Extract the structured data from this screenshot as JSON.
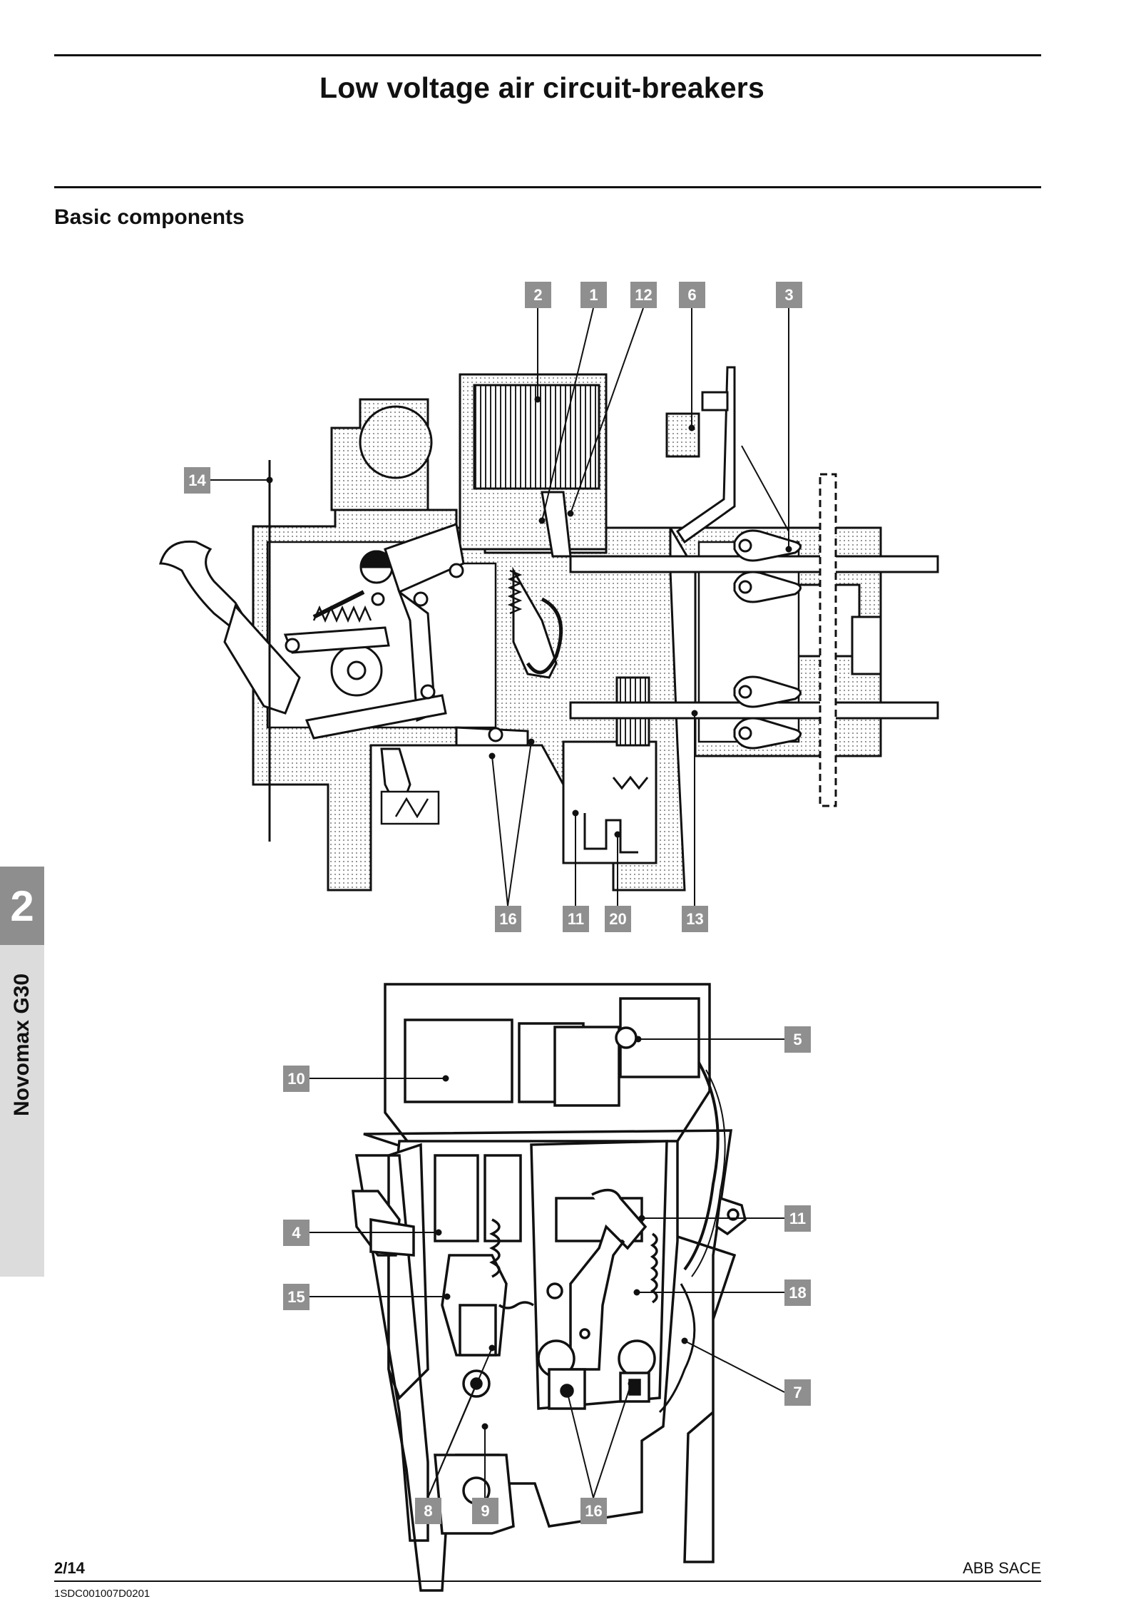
{
  "header": {
    "title": "Low voltage air circuit-breakers"
  },
  "section": {
    "title": "Basic components"
  },
  "sidebar": {
    "chapter": "2",
    "product": "Novomax G30"
  },
  "figure_top": {
    "callouts": [
      "2",
      "1",
      "12",
      "6",
      "3",
      "14",
      "16",
      "11",
      "20",
      "13"
    ]
  },
  "figure_bottom": {
    "callouts": [
      "5",
      "10",
      "11",
      "4",
      "18",
      "15",
      "7",
      "8",
      "9",
      "16"
    ]
  },
  "footer": {
    "page": "2/14",
    "brand": "ABB SACE",
    "code": "1SDC001007D0201"
  }
}
